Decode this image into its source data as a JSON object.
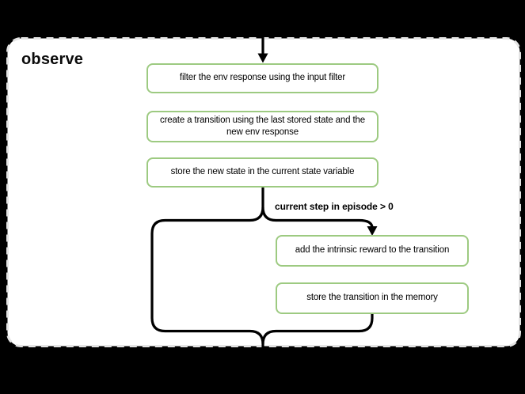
{
  "diagram": {
    "group_label": "observe",
    "nodes": [
      {
        "id": "filter-env-response",
        "label": "filter the env response using the input filter"
      },
      {
        "id": "create-transition",
        "label": "create a transition using the last stored state and the new env response"
      },
      {
        "id": "store-new-state",
        "label": "store the new state in the current state variable"
      },
      {
        "id": "add-intrinsic-reward",
        "label": "add the intrinsic reward to the transition"
      },
      {
        "id": "store-transition",
        "label": "store the transition in the memory"
      }
    ],
    "condition_label": "current step in episode > 0",
    "edges": [
      {
        "from": "entry",
        "to": "filter-env-response",
        "arrow": true
      },
      {
        "from": "filter-env-response",
        "to": "create-transition",
        "arrow": false
      },
      {
        "from": "create-transition",
        "to": "store-new-state",
        "arrow": false
      },
      {
        "from": "store-new-state",
        "to": "add-intrinsic-reward",
        "label": "current step in episode > 0",
        "arrow": true
      },
      {
        "from": "add-intrinsic-reward",
        "to": "store-transition",
        "arrow": false
      },
      {
        "from": "store-new-state",
        "to": "exit",
        "label": "",
        "arrow": false
      },
      {
        "from": "store-transition",
        "to": "exit",
        "arrow": false
      }
    ],
    "colors": {
      "node_border": "#9dca81",
      "connector": "#000000",
      "container_border": "#e4e4e4",
      "container_fill": "#ffffff",
      "background": "#000000",
      "text": "#000000"
    }
  }
}
